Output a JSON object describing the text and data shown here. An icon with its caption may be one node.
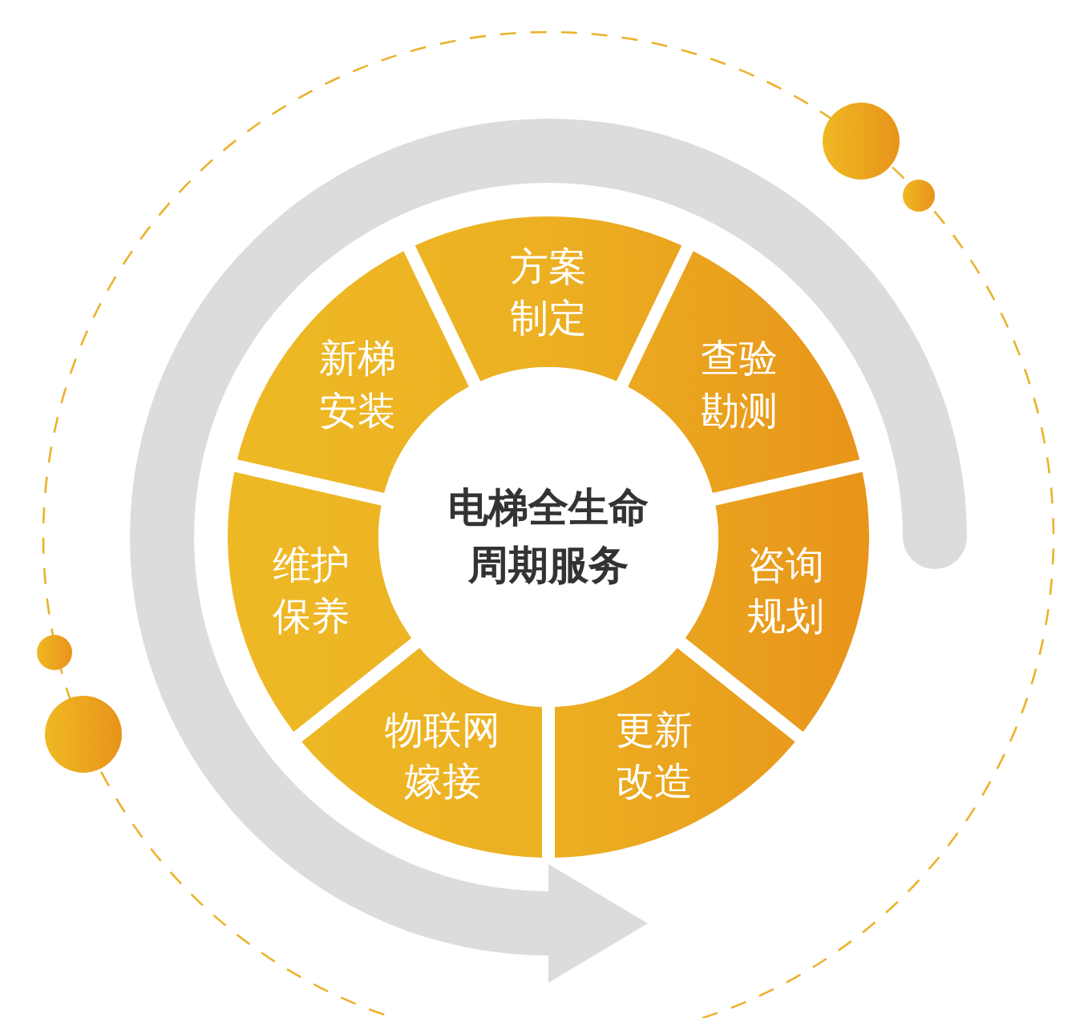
{
  "diagram": {
    "nodes": [
      {
        "text": [
          "电梯全生命周期服务"
        ]
      },
      {
        "text": [
          "咨询规划"
        ]
      },
      {
        "text": [
          "查验勘测"
        ]
      },
      {
        "text": [
          "方案制定"
        ]
      },
      {
        "text": [
          "新梯安装"
        ]
      },
      {
        "text": [
          "维护保养"
        ]
      },
      {
        "text": [
          "物联网嫁接"
        ]
      },
      {
        "text": [
          "更新改造"
        ]
      }
    ]
  }
}
